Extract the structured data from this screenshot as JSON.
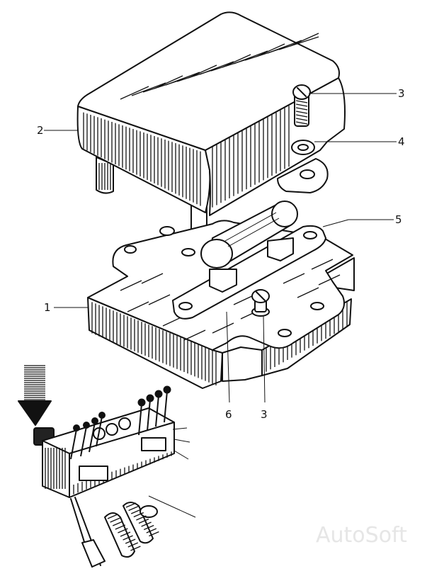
{
  "diagram": {
    "callouts": [
      {
        "id": "2",
        "text": "2"
      },
      {
        "id": "3a",
        "text": "3"
      },
      {
        "id": "4",
        "text": "4"
      },
      {
        "id": "5",
        "text": "5"
      },
      {
        "id": "1",
        "text": "1"
      },
      {
        "id": "6",
        "text": "6"
      },
      {
        "id": "3b",
        "text": "3"
      }
    ],
    "watermark": "AutoSoft",
    "colors": {
      "ink": "#111111",
      "paper": "#ffffff",
      "watermark": "#e6e6e6"
    }
  }
}
